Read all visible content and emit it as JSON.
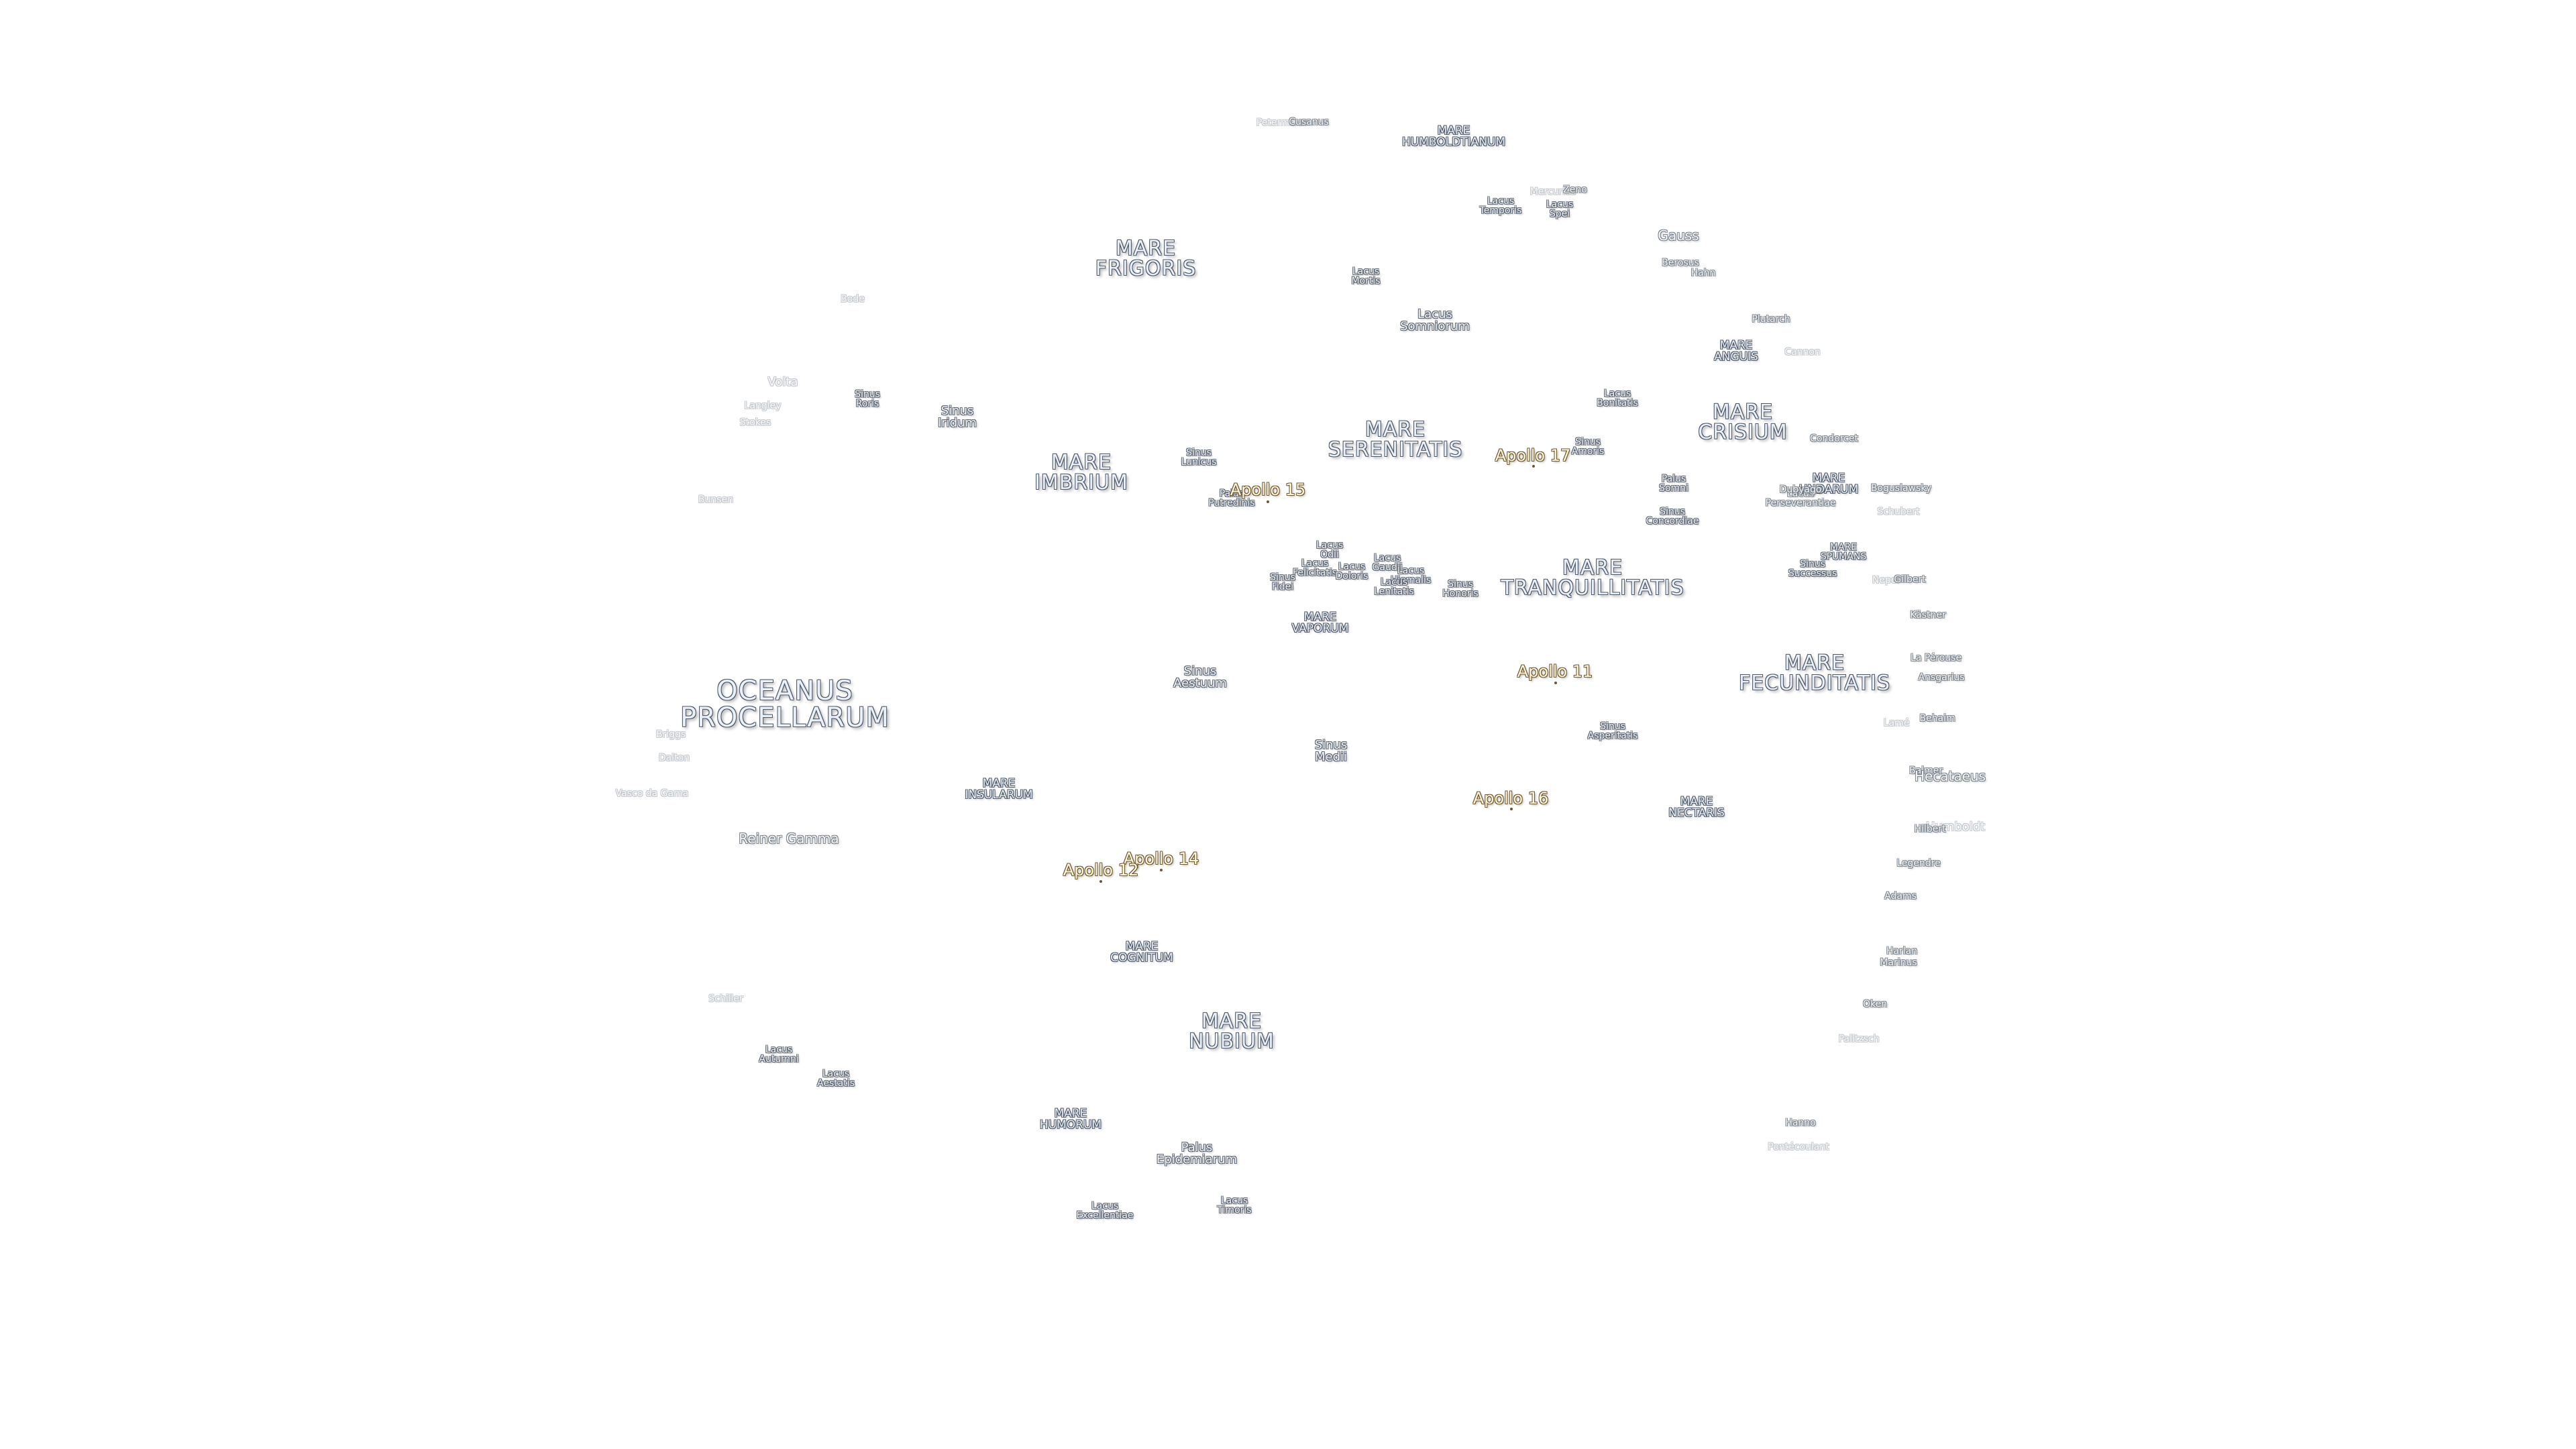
{
  "map": {
    "maria": {
      "mare_humboldtianum": "MARE\nHUMBOLDTIANUM",
      "mare_frigoris": "MARE\nFRIGORIS",
      "mare_imbrium": "MARE\nIMBRIUM",
      "mare_serenitatis": "MARE\nSERENITATIS",
      "mare_crisium": "MARE\nCRISIUM",
      "mare_anguis": "MARE\nANGUIS",
      "mare_undarum": "MARE\nUNDARUM",
      "mare_spumans": "MARE\nSPUMANS",
      "mare_tranquillitatis": "MARE\nTRANQUILLITATIS",
      "mare_vaporum": "MARE\nVAPORUM",
      "mare_fecunditatis": "MARE\nFECUNDITATIS",
      "oceanus_procellarum": "OCEANUS\nPROCELLARUM",
      "mare_insularum": "MARE\nINSULARUM",
      "mare_nectaris": "MARE\nNECTARIS",
      "mare_cognitum": "MARE\nCOGNITUM",
      "mare_nubium": "MARE\nNUBIUM",
      "mare_humorum": "MARE\nHUMORUM"
    },
    "features": {
      "lacus_temporis": "Lacus\nTemporis",
      "lacus_spei": "Lacus\nSpei",
      "lacus_mortis": "Lacus\nMortis",
      "lacus_somniorum": "Lacus\nSomniorum",
      "sinus_roris": "Sinus\nRoris",
      "sinus_iridum": "Sinus\nIridum",
      "sinus_lunicus": "Sinus\nLunicus",
      "palus_putredinis": "Palus\nPutredinis",
      "lacus_bonitatis": "Lacus\nBonitatis",
      "sinus_amoris": "Sinus\nAmoris",
      "palus_somni": "Palus\nSomni",
      "sinus_concordiae": "Sinus\nConcordiae",
      "lacus_perseverantiae": "Lacus\nPerseverantiae",
      "sinus_successus": "Sinus\nSuccessus",
      "lacus_odii": "Lacus\nOdii",
      "lacus_felicitatis": "Lacus\nFelicitatis",
      "lacus_doloris": "Lacus\nDoloris",
      "sinus_fidei": "Sinus\nFidei",
      "lacus_gaudii": "Lacus\nGaudii",
      "lacus_hiemalis": "Lacus\nHiemalis",
      "lacus_lenitatis": "Lacus\nLenitatis",
      "sinus_honoris": "Sinus\nHonoris",
      "sinus_aestuum": "Sinus\nAestuum",
      "sinus_asperitatis": "Sinus\nAsperitatis",
      "sinus_medii": "Sinus\nMedii",
      "lacus_autumni": "Lacus\nAutumni",
      "lacus_aestatis": "Lacus\nAestatis",
      "palus_epidemiarum": "Palus\nEpidemiarum",
      "lacus_excellentiae": "Lacus\nExcellentiae",
      "lacus_timoris": "Lacus\nTimoris",
      "rainer_gamma": "Reiner Gamma"
    },
    "craters": {
      "petermann": "Petermann",
      "cusanus": "Cusanus",
      "mercurius": "Mercurius",
      "zeno": "Zeno",
      "gauss": "Gauss",
      "berosus": "Berosus",
      "hahn": "Hahn",
      "plutarch": "Plutarch",
      "cannon": "Cannon",
      "condorcet": "Condorcet",
      "dubyago": "Dubyago",
      "boguslawsky": "Boguslawsky",
      "schubert": "Schubert",
      "neper": "Neper",
      "gilbert": "Gilbert",
      "kastner": "Kästner",
      "la_perouse": "La Pérouse",
      "ansgarius": "Ansgarius",
      "lame": "Lamé",
      "behaim": "Behaim",
      "hecataeus": "Hecataeus",
      "balmer": "Balmer",
      "humboldt": "Humboldt",
      "hilbert": "Hilbert",
      "legendre": "Legendre",
      "adams": "Adams",
      "harlan": "Harlan",
      "marinus": "Marinus",
      "oken": "Oken",
      "pALmEUS": "Palitzsch",
      "hanno": "Hanno",
      "pontecoulant": "Pontécoulant",
      "bode": "Bode",
      "volta": "Volta",
      "langley": "Langley",
      "bunsen_top": "Stokes",
      "bunsen": "Bunsen",
      "briggs": "Briggs",
      "dalton": "Dalton",
      "vasco_da_gama": "Vasco da Gama",
      "schiller": "Schiller"
    },
    "apollo": {
      "a15": "Apollo 15",
      "a17": "Apollo 17",
      "a11": "Apollo 11",
      "a16": "Apollo 16",
      "a14": "Apollo 14",
      "a12": "Apollo 12"
    },
    "colors": {
      "background": "#ffffff",
      "mare_fill": "#e9f0f8",
      "mare_outline": "#4d5766",
      "apollo_fill": "#fff6dc",
      "apollo_outline": "#6e5a2e"
    }
  }
}
